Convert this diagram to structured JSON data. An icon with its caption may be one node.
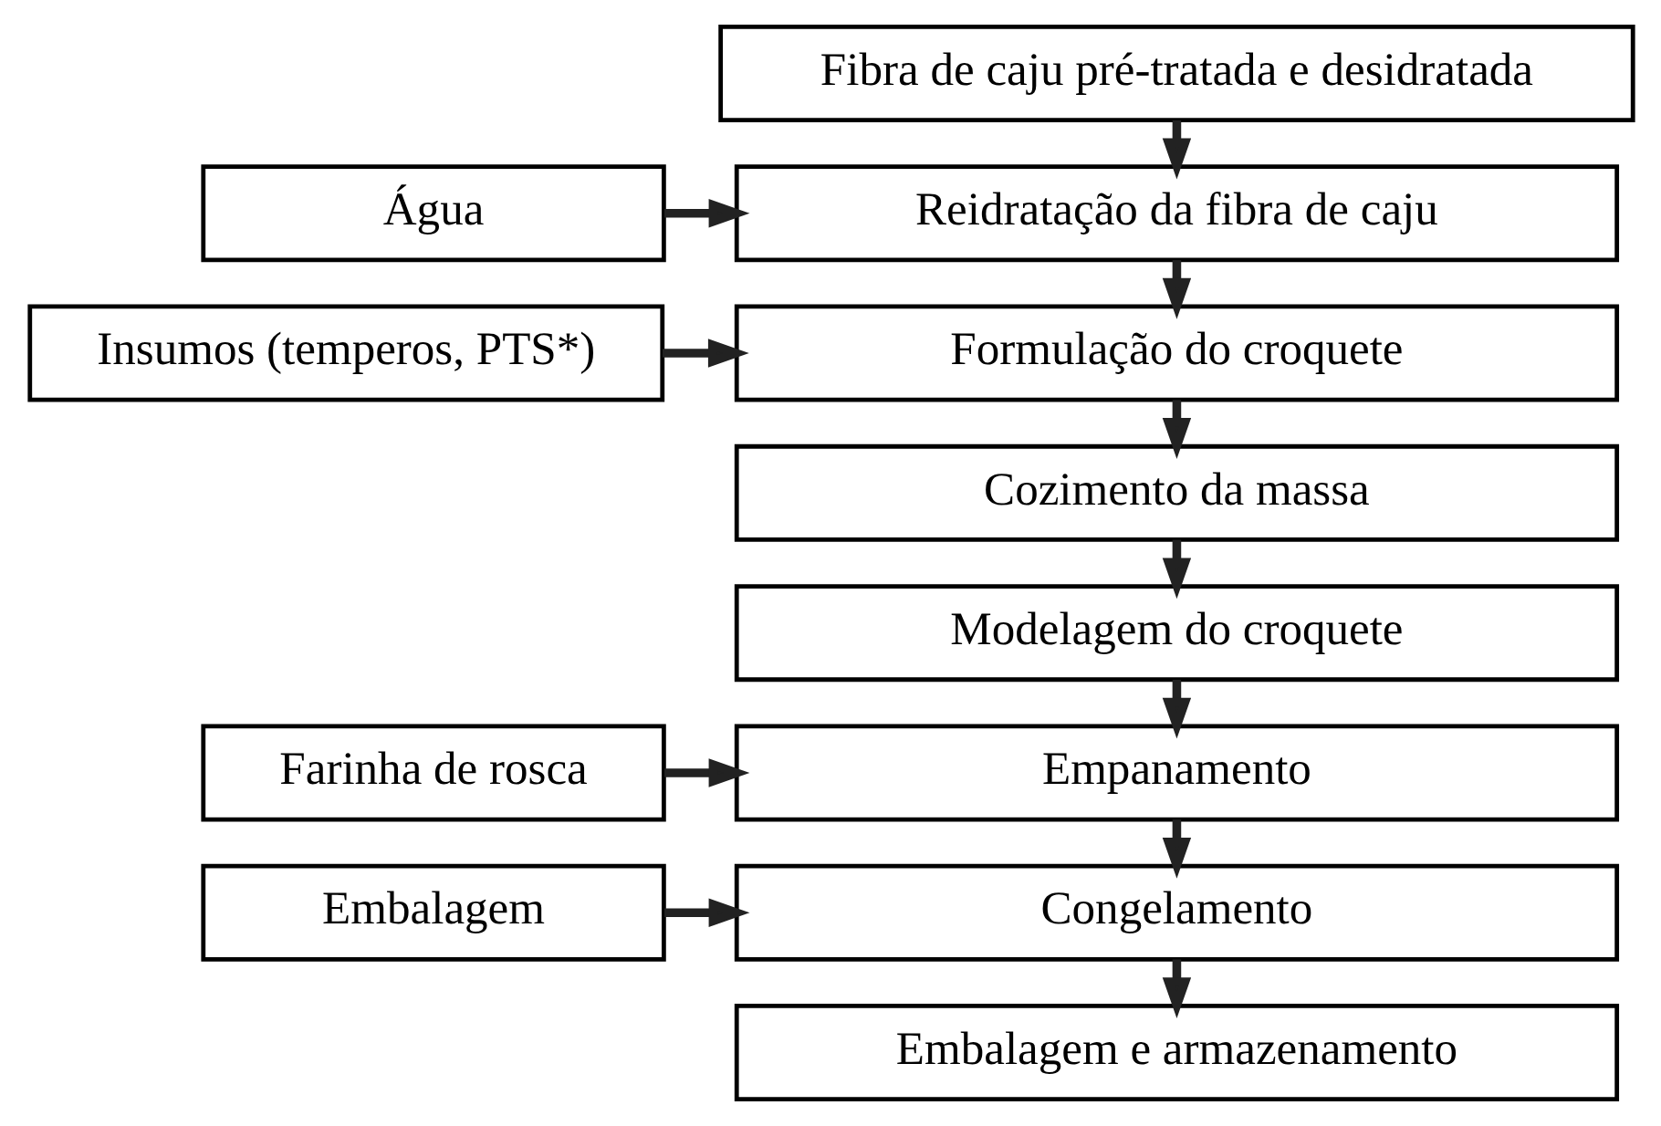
{
  "diagram": {
    "nodes": [
      {
        "text": [
          "Fibra de caju pré-tratada e desidratada"
        ]
      },
      {
        "text": [
          "Água"
        ]
      },
      {
        "text": [
          "Reidratação da fibra de caju"
        ]
      },
      {
        "text": [
          "Insumos (temperos, PTS*)"
        ]
      },
      {
        "text": [
          "Formulação do croquete"
        ]
      },
      {
        "text": [
          "Cozimento da massa"
        ]
      },
      {
        "text": [
          "Modelagem do croquete"
        ]
      },
      {
        "text": [
          "Farinha de rosca"
        ]
      },
      {
        "text": [
          "Empanamento"
        ]
      },
      {
        "text": [
          "Embalagem"
        ]
      },
      {
        "text": [
          "Congelamento"
        ]
      },
      {
        "text": [
          "Embalagem e armazenamento"
        ]
      }
    ],
    "edges": [
      {
        "from": 0,
        "to": 2,
        "arrow": "to"
      },
      {
        "from": 1,
        "to": 2,
        "arrow": "to"
      },
      {
        "from": 2,
        "to": 4,
        "arrow": "to"
      },
      {
        "from": 3,
        "to": 4,
        "arrow": "to"
      },
      {
        "from": 4,
        "to": 5,
        "arrow": "to"
      },
      {
        "from": 5,
        "to": 6,
        "arrow": "to"
      },
      {
        "from": 6,
        "to": 8,
        "arrow": "to"
      },
      {
        "from": 7,
        "to": 8,
        "arrow": "to"
      },
      {
        "from": 8,
        "to": 10,
        "arrow": "to"
      },
      {
        "from": 9,
        "to": 10,
        "arrow": "to"
      },
      {
        "from": 10,
        "to": 11,
        "arrow": "to"
      }
    ]
  }
}
